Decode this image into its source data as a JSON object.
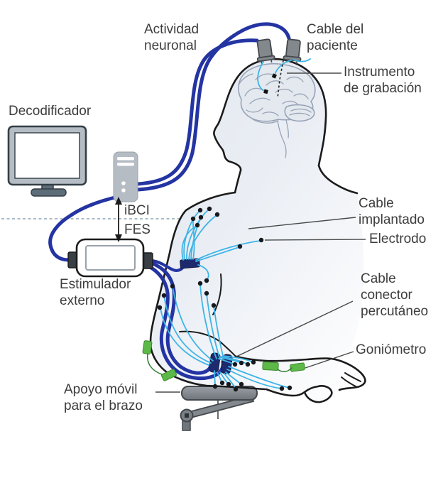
{
  "labels": {
    "neural_activity": "Actividad\nneuronal",
    "patient_cable": "Cable del\npaciente",
    "recording_instrument": "Instrumento\nde grabación",
    "decoder": "Decodificador",
    "ibci": "iBCI",
    "fes": "FES",
    "external_stimulator": "Estimulador\nexterno",
    "implanted_cable": "Cable\nimplantado",
    "electrode": "Electrodo",
    "percutaneous_connector_cable": "Cable\nconector\npercutáneo",
    "goniometer": "Goniómetro",
    "arm_support": "Apoyo móvil\npara el brazo"
  },
  "icons": {
    "monitor": "monitor-icon",
    "computer_tower": "computer-tower-icon",
    "stimulator": "stimulator-device-icon",
    "head_pedestals": "head-pedestal-connector-icon",
    "arm_support": "arm-support-icon",
    "up_down_arrow": "ibci-fes-double-arrow-icon"
  },
  "colors": {
    "cable_blue": "#2434a2",
    "wire_cyan": "#3eb4e6",
    "electrode_green": "#5cb847",
    "green_wire": "#2f7d2f",
    "connector_navy": "#1d2a6e",
    "outline": "#1b1b1b",
    "label_text": "#3d3d3d",
    "dashed_line": "#9db0be",
    "device_gray": "#b5bcc4",
    "device_dark": "#5d6e79",
    "support_gray": "#82888e",
    "brain_line": "#97a3b6",
    "brain_fill": "#e4e9ef",
    "body_fill": "#e7ecf2"
  }
}
